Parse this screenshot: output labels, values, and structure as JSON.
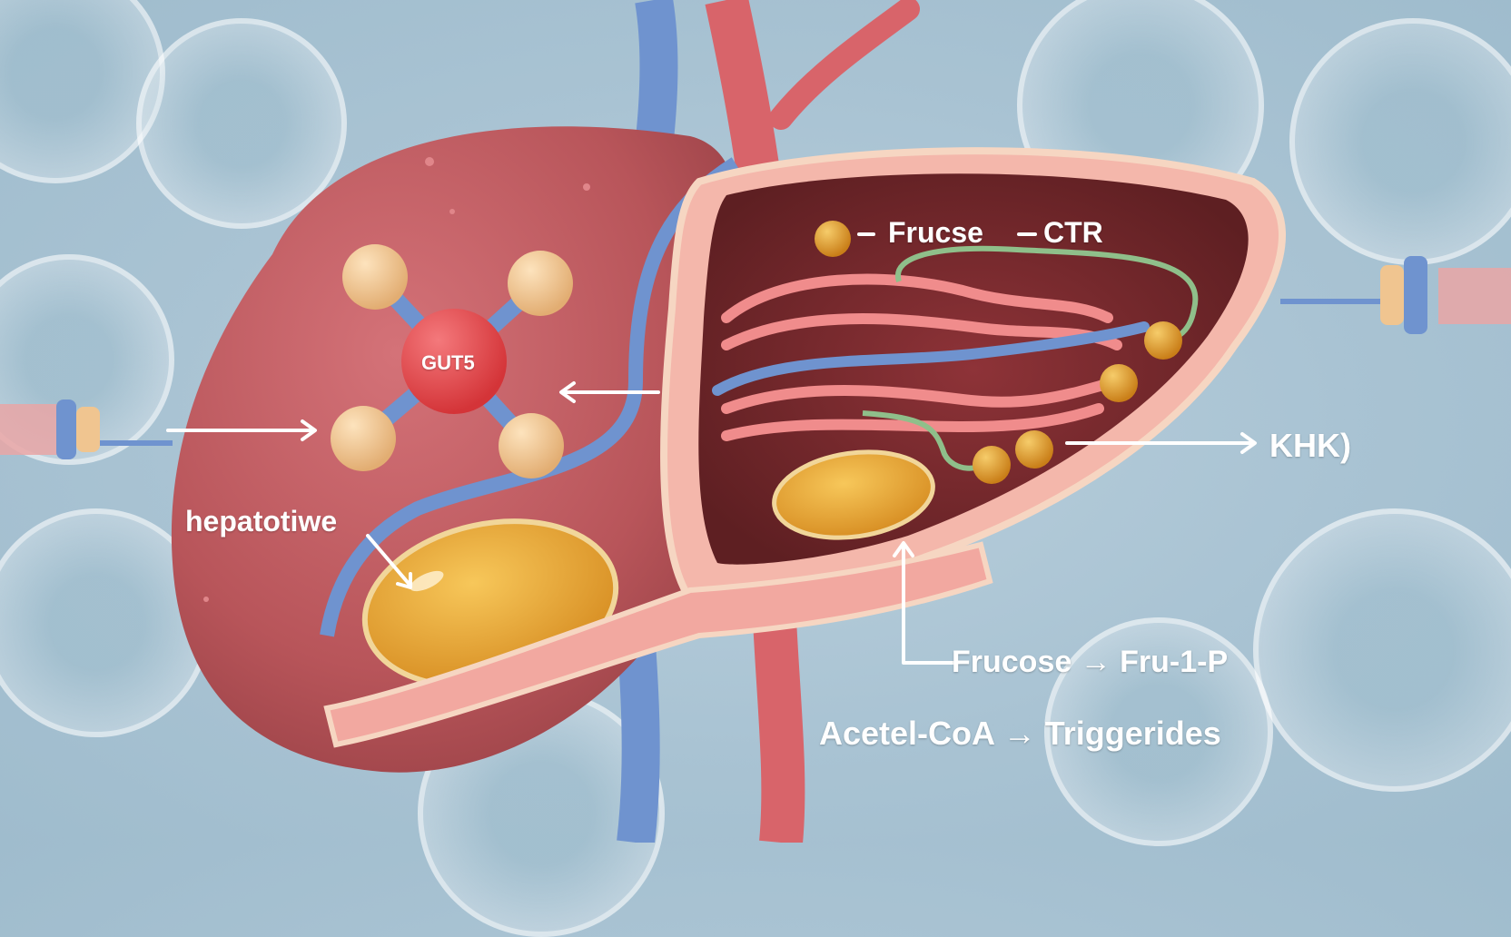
{
  "diagram": {
    "subject": "Hepatic fructose metabolism illustration",
    "labels": {
      "fructose_legend": "Frucse",
      "ctr_legend": "CTR",
      "transporter": "GUT5",
      "cell_label": "hepatotiwe",
      "enzyme": "KHK)",
      "step1": "Frucose → Fru-1-P",
      "step2": "Acetel-CoA → Triggerides"
    },
    "legend_prefix": "–",
    "colors": {
      "background": "#a9c3d3",
      "liver": "#c45a5e",
      "liver_cut": "#7a2a2e",
      "membrane": "#f2a8a0",
      "artery": "#d8646a",
      "vein": "#6f93cf",
      "transporter": "#e0474c",
      "transporter_arm_ball": "#f0c590",
      "fructose_droplet": "#e3a13a",
      "lipid_droplet": "#e8a53a",
      "green_strand": "#8fbf8a",
      "label_text": "#ffffff"
    }
  }
}
